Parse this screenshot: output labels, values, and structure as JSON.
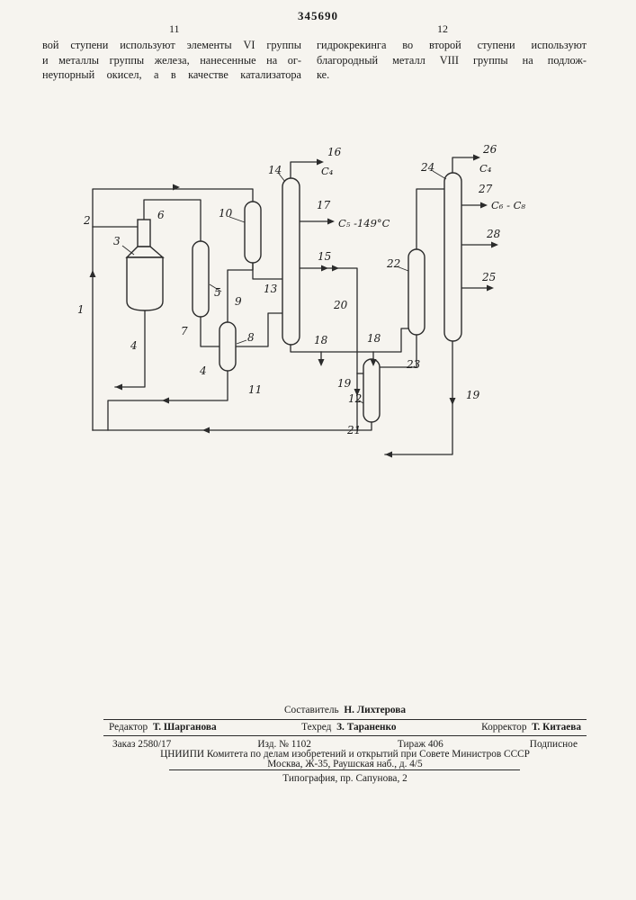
{
  "header": {
    "patent_number": "345690",
    "left_page": "11",
    "right_page": "12"
  },
  "columns": {
    "left": [
      "вой ступени используют элементы VI группы",
      "и металлы группы железа, нанесенные на ог-",
      "неупорный окисел, а в качестве катализатора"
    ],
    "right": [
      "гидрокрекинга во второй ступени используют",
      "благородный металл VIII группы на подлож-",
      "ке."
    ]
  },
  "diagram": {
    "labels": {
      "n1": "1",
      "n2": "2",
      "n3": "3",
      "n4a": "4",
      "n4b": "4",
      "n5": "5",
      "n6": "6",
      "n7": "7",
      "n8": "8",
      "n9": "9",
      "n10": "10",
      "n11": "11",
      "n12": "12",
      "n13": "13",
      "n14": "14",
      "n15": "15",
      "n16": "16",
      "n17": "17",
      "n18a": "18",
      "n18b": "18",
      "n19a": "19",
      "n19b": "19",
      "n20": "20",
      "n21": "21",
      "n22": "22",
      "n23": "23",
      "n24": "24",
      "n25": "25",
      "n26": "26",
      "n27": "27",
      "n28": "28",
      "c4_first": "C₄",
      "c5_range": "C₅ -149°C",
      "c4_second": "C₄",
      "c6_c8": "C₆ - C₈"
    }
  },
  "footer": {
    "compiler_role": "Составитель",
    "compiler_name": "Н. Лихтерова",
    "editor_role": "Редактор",
    "editor_name": "Т. Шарганова",
    "techred_role": "Техред",
    "techred_name": "З. Тараненко",
    "corrector_role": "Корректор",
    "corrector_name": "Т. Китаева",
    "order": "Заказ 2580/17",
    "edition": "Изд. № 1102",
    "print_run": "Тираж 406",
    "subscription": "Подписное",
    "organization": "ЦНИИПИ Комитета по делам изобретений и открытий при Совете Министров СССР",
    "address": "Москва, Ж-35, Раушская наб., д. 4/5",
    "printing_house": "Типография, пр. Сапунова, 2"
  }
}
